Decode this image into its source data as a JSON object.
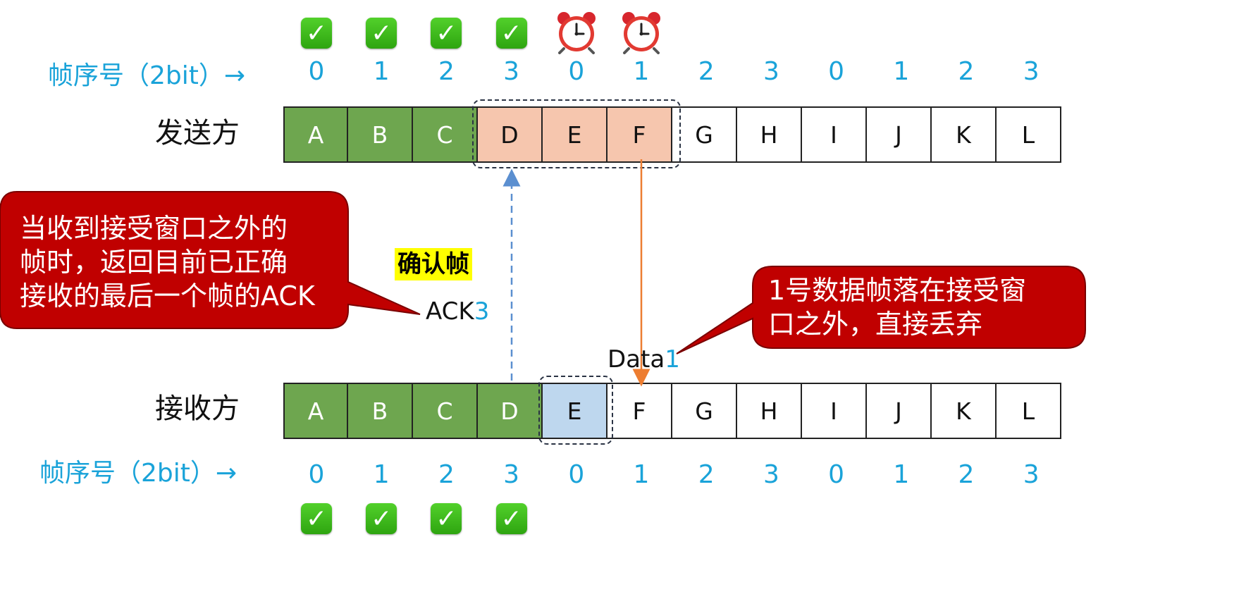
{
  "seq_label": "帧序号（2bit）→",
  "sender": {
    "label": "发送方",
    "frames": [
      "A",
      "B",
      "C",
      "D",
      "E",
      "F",
      "G",
      "H",
      "I",
      "J",
      "K",
      "L"
    ],
    "seq": [
      "0",
      "1",
      "2",
      "3",
      "0",
      "1",
      "2",
      "3",
      "0",
      "1",
      "2",
      "3"
    ],
    "acked_count": 3,
    "window": [
      "D",
      "E",
      "F"
    ],
    "status_icons": [
      "check-icon",
      "check-icon",
      "check-icon",
      "check-icon",
      "alarm-clock-icon",
      "alarm-clock-icon"
    ]
  },
  "receiver": {
    "label": "接收方",
    "frames": [
      "A",
      "B",
      "C",
      "D",
      "E",
      "F",
      "G",
      "H",
      "I",
      "J",
      "K",
      "L"
    ],
    "seq": [
      "0",
      "1",
      "2",
      "3",
      "0",
      "1",
      "2",
      "3",
      "0",
      "1",
      "2",
      "3"
    ],
    "received_count": 4,
    "window": [
      "E"
    ],
    "status_icons": [
      "check-icon",
      "check-icon",
      "check-icon",
      "check-icon"
    ]
  },
  "ack_label": "确认帧",
  "ack": {
    "prefix": "ACK",
    "num": "3"
  },
  "data": {
    "prefix": "Data",
    "num": "1"
  },
  "callout_left": "当收到接受窗口之外的帧时，返回目前已正确接收的最后一个帧的ACK",
  "callout_left_lines": [
    "当收到接受窗口之外的",
    "帧时，返回目前已正确",
    "接收的最后一个帧的ACK"
  ],
  "callout_right_lines": [
    "1号数据帧落在接受窗",
    "口之外，直接丢弃"
  ],
  "colors": {
    "acked": "#6ea64f",
    "sender_window": "#f6c6ae",
    "receiver_window": "#bed7ee",
    "seq_text": "#1aa3d9",
    "callout": "#c00000",
    "ack_arrow": "#5b8fd0",
    "data_arrow": "#ed7d31",
    "highlight": "#ffff00"
  }
}
